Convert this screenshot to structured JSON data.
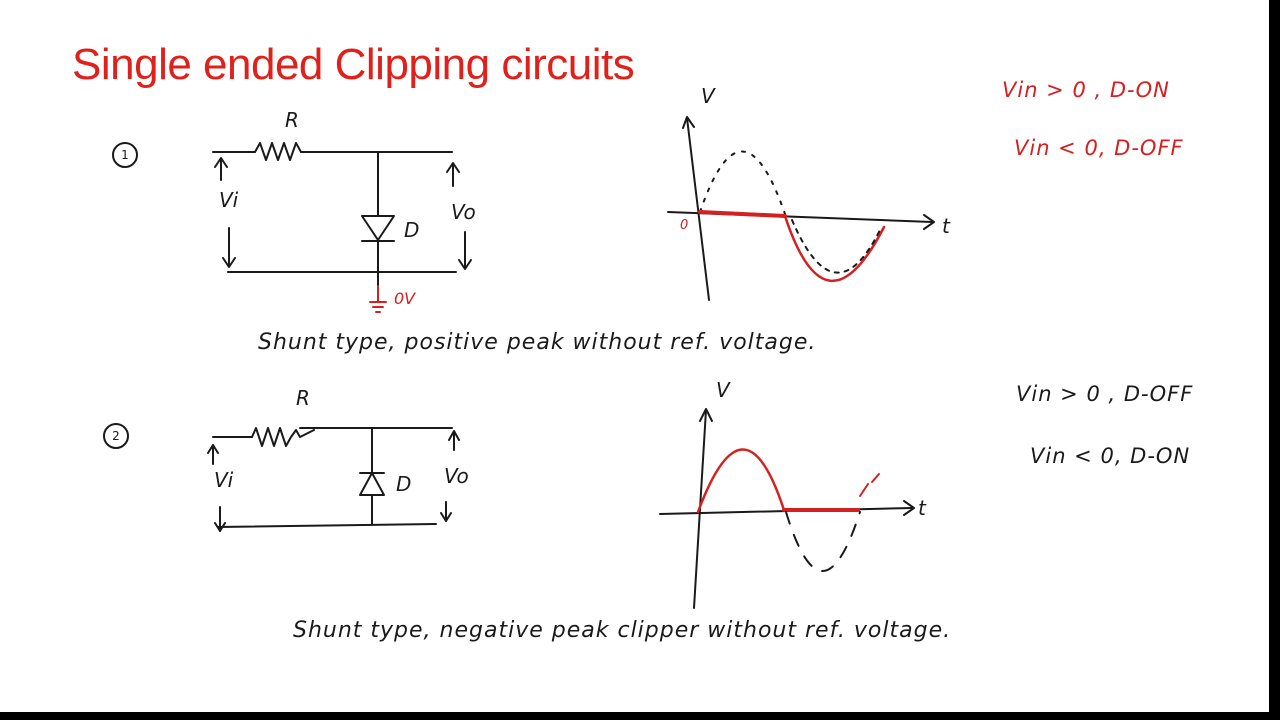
{
  "slide": {
    "title": "Single ended Clipping circuits",
    "circuit1": {
      "number": "1",
      "resistor_label": "R",
      "input_label": "Vi",
      "output_label": "Vo",
      "diode_label": "D",
      "ground_label": "0V",
      "graph_y_label": "V",
      "graph_x_label": "t",
      "graph_origin_label": "0",
      "caption": "Shunt type, positive peak without ref. voltage.",
      "conditions": [
        "Vin > 0 , D-ON",
        "Vin < 0, D-OFF"
      ]
    },
    "circuit2": {
      "number": "2",
      "resistor_label": "R",
      "input_label": "Vi",
      "output_label": "Vo",
      "diode_label": "D",
      "graph_y_label": "V",
      "graph_x_label": "t",
      "caption": "Shunt type, negative peak clipper without ref. voltage.",
      "conditions": [
        "Vin > 0 , D-OFF",
        "Vin < 0, D-ON"
      ]
    }
  },
  "colors": {
    "title": "#e0201b",
    "ink": "#1a1a1a",
    "highlight": "#d42020",
    "background": "#ffffff"
  },
  "icons": [
    "circled-number-icon",
    "resistor-icon",
    "diode-icon",
    "ground-icon",
    "arrow-icon"
  ]
}
